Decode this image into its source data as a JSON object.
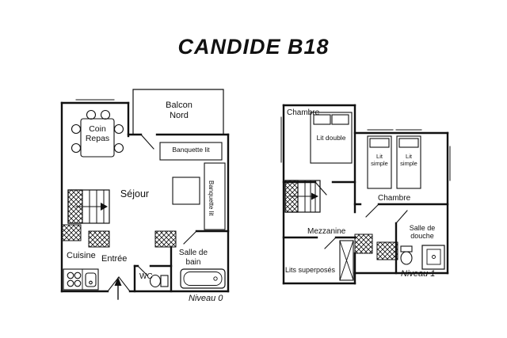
{
  "title": "CANDIDE B18",
  "level0": {
    "level_label": "Niveau 0",
    "labels": {
      "balcony": "Balcon Nord",
      "dining": "Coin Repas",
      "bench_bed_top": "Banquette lit",
      "bench_bed_side": "Banquette lit",
      "living": "Séjour",
      "kitchen": "Cuisine",
      "entrance": "Entrée",
      "bathroom": "Salle de bain",
      "wc": "WC"
    }
  },
  "level1": {
    "level_label": "Niveau 1",
    "labels": {
      "bedroom_top": "Chambre",
      "double_bed": "Lit double",
      "single_bed_1": "Lit simple",
      "single_bed_2": "Lit simple",
      "bedroom_right": "Chambre",
      "mezzanine": "Mezzanine",
      "shower_room": "Salle de douche",
      "bunk_beds": "Lits superposés"
    }
  }
}
